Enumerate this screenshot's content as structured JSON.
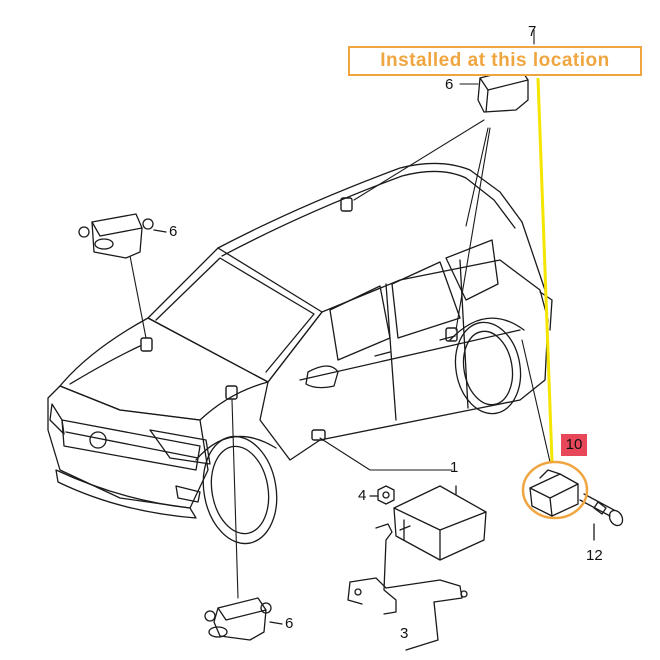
{
  "callout": {
    "text": "Installed at this location",
    "color": "#f0a640",
    "line_color": "#f5e600"
  },
  "part_numbers": {
    "p1": "1",
    "p3": "3",
    "p4": "4",
    "p6_top": "6",
    "p6_left": "6",
    "p6_bottom": "6",
    "p7": "7",
    "p10": "10",
    "p12": "12"
  },
  "colors": {
    "highlight_badge": "#e8475a",
    "circle_highlight": "#f0a640",
    "line_art": "#1a1a1a"
  }
}
